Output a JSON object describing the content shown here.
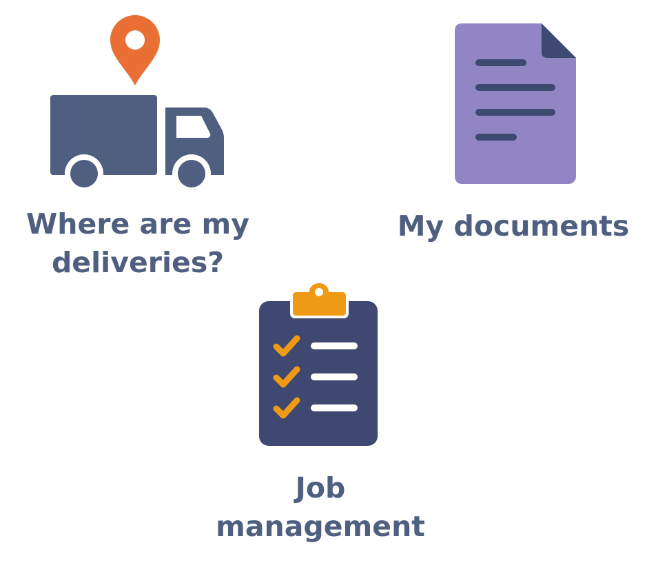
{
  "tiles": {
    "deliveries": {
      "label_line1": "Where are my",
      "label_line2": "deliveries?",
      "icon": "delivery-truck-icon",
      "badge_icon": "location-pin-icon"
    },
    "documents": {
      "label_line1": "My documents",
      "icon": "document-icon"
    },
    "jobs": {
      "label_line1": "Job",
      "label_line2": "management",
      "icon": "clipboard-checklist-icon"
    }
  },
  "colors": {
    "label_text": "#4e5f80",
    "truck": "#4e5f80",
    "pin": "#e96f34",
    "document": "#9185c4",
    "document_lines": "#3f4870",
    "clipboard": "#3f4870",
    "clipboard_clip": "#ee9a14",
    "checkmark": "#ee9a14",
    "checklist_lines": "#ffffff"
  }
}
